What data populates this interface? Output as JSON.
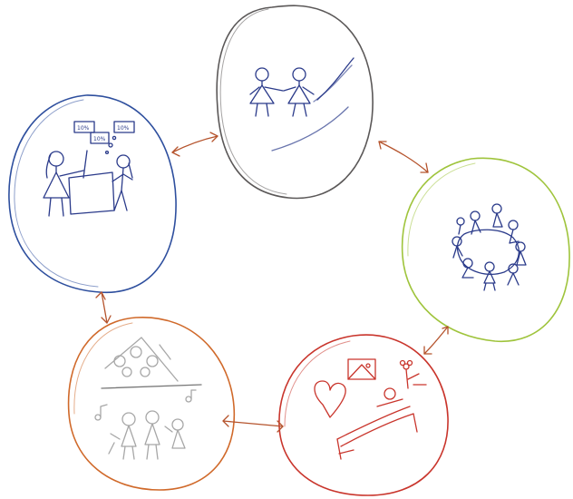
{
  "colors": {
    "paper": "#ffffff",
    "figure_ink": "#2a3a8a",
    "arrow_ink": "#b5532c",
    "circle_top": "#5b5858",
    "circle_left": "#2e4f9e",
    "circle_right": "#9fc43c",
    "circle_bottom_right": "#c9352c",
    "circle_bottom_left": "#d0692a"
  },
  "cycle": [
    {
      "id": "top",
      "scene": "two-people-holding-hands"
    },
    {
      "id": "right",
      "scene": "circle-of-people"
    },
    {
      "id": "bottom-right",
      "scene": "heart-bed-picture-flower"
    },
    {
      "id": "bottom-left",
      "scene": "group-singing"
    },
    {
      "id": "left",
      "scene": "teacher-at-board"
    }
  ],
  "board_labels": [
    "10%",
    "10%",
    "10%"
  ]
}
